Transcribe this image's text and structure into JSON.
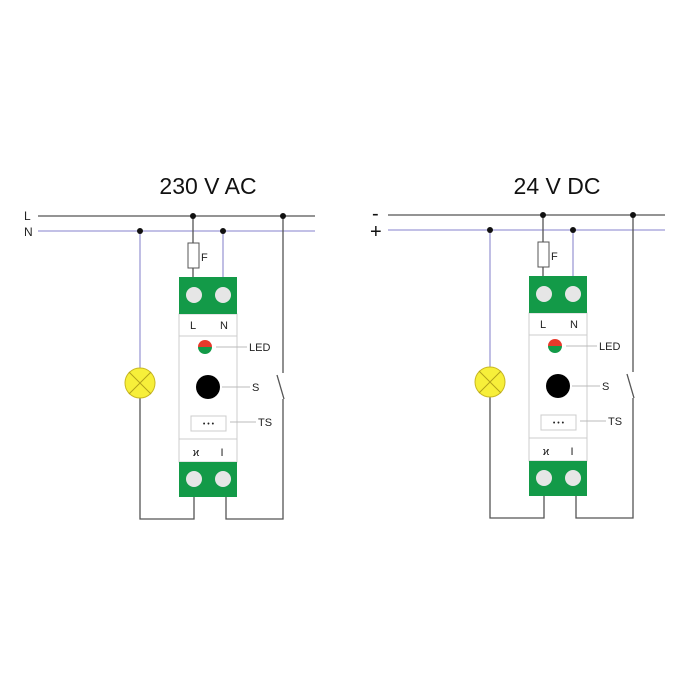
{
  "colors": {
    "green": "#139a48",
    "line_wire": "#555555",
    "neutral_wire": "#9d9bd6",
    "lamp": "#f7ef3a",
    "led_red": "#e8392b"
  },
  "ac": {
    "title": "230 V AC",
    "rail_top": "L",
    "rail_bottom": "N"
  },
  "dc": {
    "title": "24 V DC",
    "rail_top": "-",
    "rail_bottom": "+"
  },
  "module": {
    "fuse": "F",
    "term_l": "L",
    "term_n": "N",
    "led": "LED",
    "switch": "S",
    "ts": "TS",
    "ts_dots": "• • •",
    "out_load": "ϰ",
    "out_input": "I"
  }
}
